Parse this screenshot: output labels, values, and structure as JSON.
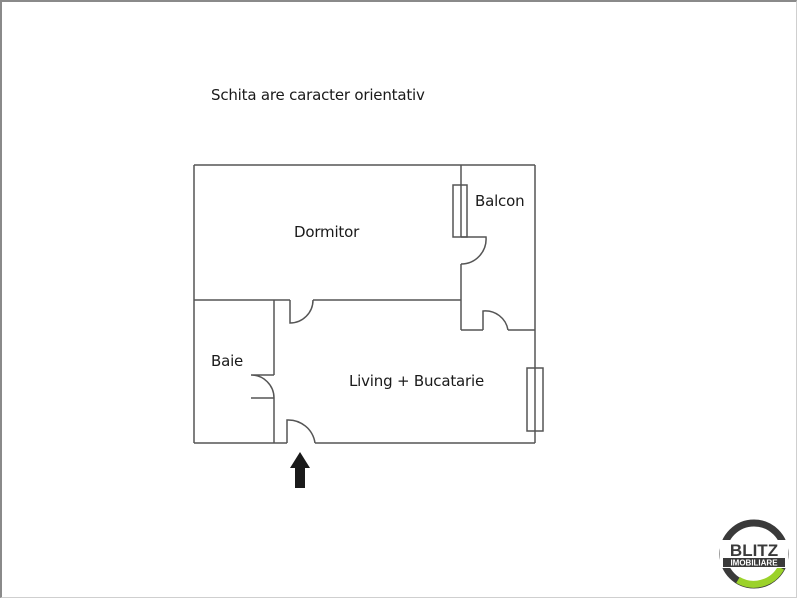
{
  "note": "Schita are caracter orientativ",
  "rooms": {
    "dormitor": "Dormitor",
    "balcon": "Balcon",
    "baie": "Baie",
    "living": "Living + Bucatarie"
  },
  "logo": {
    "line1": "BLITZ",
    "line2": "IMOBILIARE",
    "ring_dark": "#3a3a3a",
    "ring_accent": "#9bd22a"
  },
  "entrance_icon": "arrow-up-icon",
  "colors": {
    "wall": "#555555",
    "text": "#1a1a1a",
    "background": "#ffffff"
  }
}
